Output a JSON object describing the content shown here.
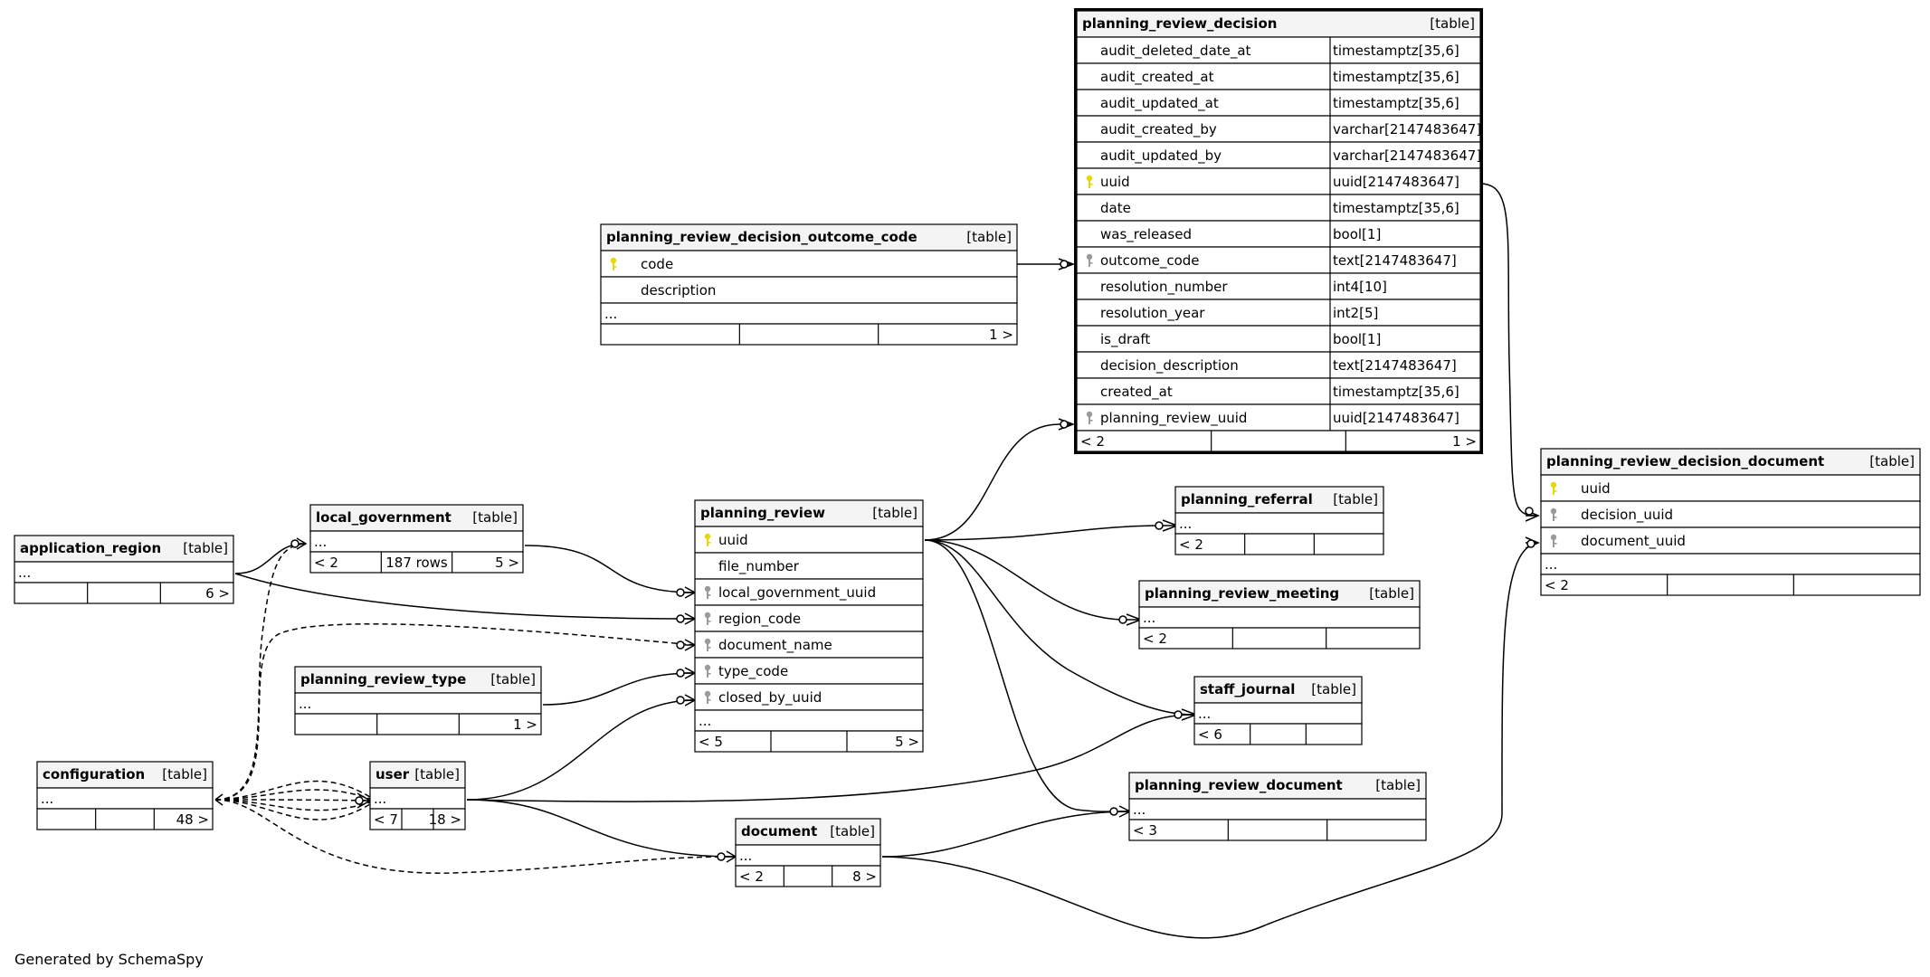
{
  "footer": "Generated by SchemaSpy",
  "colors": {
    "pk_key": "#e8d800",
    "fk_key": "#9a9a9a",
    "header_bg": "#f4f4f4",
    "line": "#000000"
  },
  "tables": {
    "planning_review_decision": {
      "name": "planning_review_decision",
      "kind": "[table]",
      "columns": [
        {
          "name": "audit_deleted_date_at",
          "type": "timestamptz[35,6]",
          "key": ""
        },
        {
          "name": "audit_created_at",
          "type": "timestamptz[35,6]",
          "key": ""
        },
        {
          "name": "audit_updated_at",
          "type": "timestamptz[35,6]",
          "key": ""
        },
        {
          "name": "audit_created_by",
          "type": "varchar[2147483647]",
          "key": ""
        },
        {
          "name": "audit_updated_by",
          "type": "varchar[2147483647]",
          "key": ""
        },
        {
          "name": "uuid",
          "type": "uuid[2147483647]",
          "key": "pk"
        },
        {
          "name": "date",
          "type": "timestamptz[35,6]",
          "key": ""
        },
        {
          "name": "was_released",
          "type": "bool[1]",
          "key": ""
        },
        {
          "name": "outcome_code",
          "type": "text[2147483647]",
          "key": "fk"
        },
        {
          "name": "resolution_number",
          "type": "int4[10]",
          "key": ""
        },
        {
          "name": "resolution_year",
          "type": "int2[5]",
          "key": ""
        },
        {
          "name": "is_draft",
          "type": "bool[1]",
          "key": ""
        },
        {
          "name": "decision_description",
          "type": "text[2147483647]",
          "key": ""
        },
        {
          "name": "created_at",
          "type": "timestamptz[35,6]",
          "key": ""
        },
        {
          "name": "planning_review_uuid",
          "type": "uuid[2147483647]",
          "key": "fk"
        }
      ],
      "footer": [
        "< 2",
        "",
        "1 >"
      ]
    },
    "planning_review_decision_outcome_code": {
      "name": "planning_review_decision_outcome_code",
      "kind": "[table]",
      "columns": [
        {
          "name": "code",
          "key": "pk"
        },
        {
          "name": "description",
          "key": ""
        }
      ],
      "more": "...",
      "footer": [
        "",
        "",
        "1 >"
      ]
    },
    "planning_review_decision_document": {
      "name": "planning_review_decision_document",
      "kind": "[table]",
      "columns": [
        {
          "name": "uuid",
          "key": "pk"
        },
        {
          "name": "decision_uuid",
          "key": "fk"
        },
        {
          "name": "document_uuid",
          "key": "fk"
        }
      ],
      "more": "...",
      "footer": [
        "< 2",
        "",
        ""
      ]
    },
    "planning_review": {
      "name": "planning_review",
      "kind": "[table]",
      "columns": [
        {
          "name": "uuid",
          "key": "pk"
        },
        {
          "name": "file_number",
          "key": ""
        },
        {
          "name": "local_government_uuid",
          "key": "fk"
        },
        {
          "name": "region_code",
          "key": "fk"
        },
        {
          "name": "document_name",
          "key": "fk"
        },
        {
          "name": "type_code",
          "key": "fk"
        },
        {
          "name": "closed_by_uuid",
          "key": "fk"
        }
      ],
      "more": "...",
      "footer": [
        "< 5",
        "",
        "5 >"
      ]
    },
    "planning_referral": {
      "name": "planning_referral",
      "kind": "[table]",
      "more": "...",
      "footer": [
        "< 2",
        "",
        ""
      ]
    },
    "planning_review_meeting": {
      "name": "planning_review_meeting",
      "kind": "[table]",
      "more": "...",
      "footer": [
        "< 2",
        "",
        ""
      ]
    },
    "staff_journal": {
      "name": "staff_journal",
      "kind": "[table]",
      "more": "...",
      "footer": [
        "< 6",
        "",
        ""
      ]
    },
    "planning_review_document": {
      "name": "planning_review_document",
      "kind": "[table]",
      "more": "...",
      "footer": [
        "< 3",
        "",
        ""
      ]
    },
    "document": {
      "name": "document",
      "kind": "[table]",
      "more": "...",
      "footer": [
        "< 2",
        "",
        "8 >"
      ]
    },
    "local_government": {
      "name": "local_government",
      "kind": "[table]",
      "more": "...",
      "footer": [
        "< 2",
        "187 rows",
        "5 >"
      ]
    },
    "application_region": {
      "name": "application_region",
      "kind": "[table]",
      "more": "...",
      "footer": [
        "",
        "",
        "6 >"
      ]
    },
    "planning_review_type": {
      "name": "planning_review_type",
      "kind": "[table]",
      "more": "...",
      "footer": [
        "",
        "",
        "1 >"
      ]
    },
    "configuration": {
      "name": "configuration",
      "kind": "[table]",
      "more": "...",
      "footer": [
        "",
        "",
        "48 >"
      ]
    },
    "user": {
      "name": "user",
      "kind": "[table]",
      "more": "...",
      "footer": [
        "< 7",
        "",
        "18 >"
      ]
    }
  }
}
